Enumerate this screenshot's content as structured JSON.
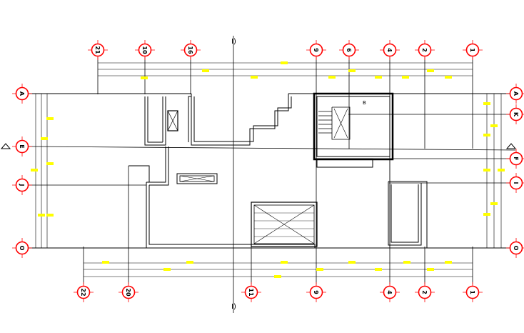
{
  "drawing": {
    "type": "architectural floor plan",
    "colors": {
      "background": "#ffffff",
      "linework": "#000000",
      "grid_bubble": "#ff0000",
      "dimension_text_marker": "#ffff00"
    },
    "section_marker_label": "I)",
    "section_symbol_label": "B",
    "grid_bubbles": {
      "top": [
        {
          "id": "top-21",
          "label": "21"
        },
        {
          "id": "top-10",
          "label": "10"
        },
        {
          "id": "top-16",
          "label": "16"
        },
        {
          "id": "top-9",
          "label": "9"
        },
        {
          "id": "top-6",
          "label": "6"
        },
        {
          "id": "top-4",
          "label": "4"
        },
        {
          "id": "top-2",
          "label": "2"
        },
        {
          "id": "top-1",
          "label": "1"
        }
      ],
      "bottom": [
        {
          "id": "bot-22",
          "label": "22"
        },
        {
          "id": "bot-20",
          "label": "20"
        },
        {
          "id": "bot-11",
          "label": "11"
        },
        {
          "id": "bot-9",
          "label": "9"
        },
        {
          "id": "bot-4",
          "label": "4"
        },
        {
          "id": "bot-2",
          "label": "2"
        },
        {
          "id": "bot-1",
          "label": "1"
        }
      ],
      "left": [
        {
          "id": "left-A",
          "label": "A"
        },
        {
          "id": "left-E",
          "label": "E"
        },
        {
          "id": "left-J",
          "label": "J"
        },
        {
          "id": "left-O",
          "label": "O"
        }
      ],
      "right": [
        {
          "id": "right-A",
          "label": "A"
        },
        {
          "id": "right-K",
          "label": "K"
        },
        {
          "id": "right-F",
          "label": "F"
        },
        {
          "id": "right-I",
          "label": "I"
        },
        {
          "id": "right-O",
          "label": "O"
        }
      ]
    }
  }
}
